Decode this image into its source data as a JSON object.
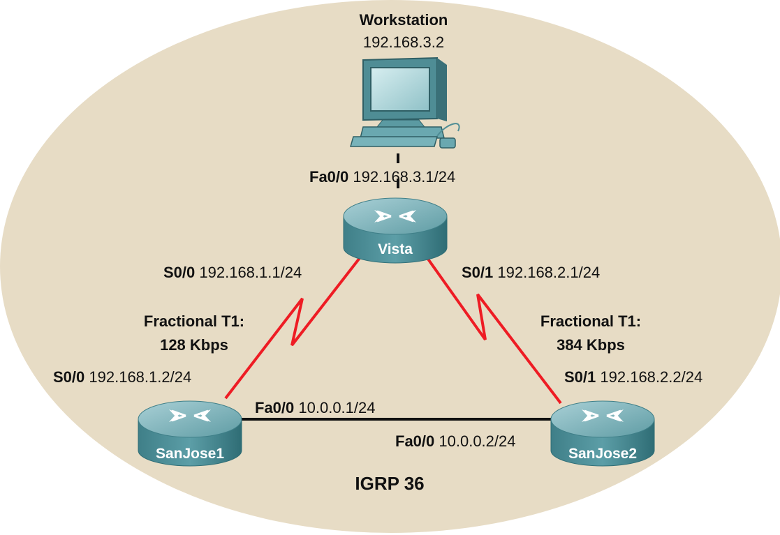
{
  "workstation": {
    "title": "Workstation",
    "ip": "192.168.3.2"
  },
  "routers": {
    "vista": {
      "name": "Vista"
    },
    "sanjose1": {
      "name": "SanJose1"
    },
    "sanjose2": {
      "name": "SanJose2"
    }
  },
  "interfaces": {
    "vista_fa": {
      "port": "Fa0/0",
      "address": "192.168.3.1/24"
    },
    "vista_s00": {
      "port": "S0/0",
      "address": "192.168.1.1/24"
    },
    "vista_s01": {
      "port": "S0/1",
      "address": "192.168.2.1/24"
    },
    "sj1_s00": {
      "port": "S0/0",
      "address": "192.168.1.2/24"
    },
    "sj2_s01": {
      "port": "S0/1",
      "address": "192.168.2.2/24"
    },
    "sj1_fa": {
      "port": "Fa0/0",
      "address": "10.0.0.1/24"
    },
    "sj2_fa": {
      "port": "Fa0/0",
      "address": "10.0.0.2/24"
    }
  },
  "links": {
    "left": {
      "line1": "Fractional T1:",
      "line2": "128 Kbps"
    },
    "right": {
      "line1": "Fractional T1:",
      "line2": "384 Kbps"
    }
  },
  "protocol_label": "IGRP 36",
  "colors": {
    "background_ellipse": "#e7dcc5",
    "serial_link": "#ee1c24",
    "ethernet_link": "#111111",
    "router_body": "#4a8f98"
  }
}
